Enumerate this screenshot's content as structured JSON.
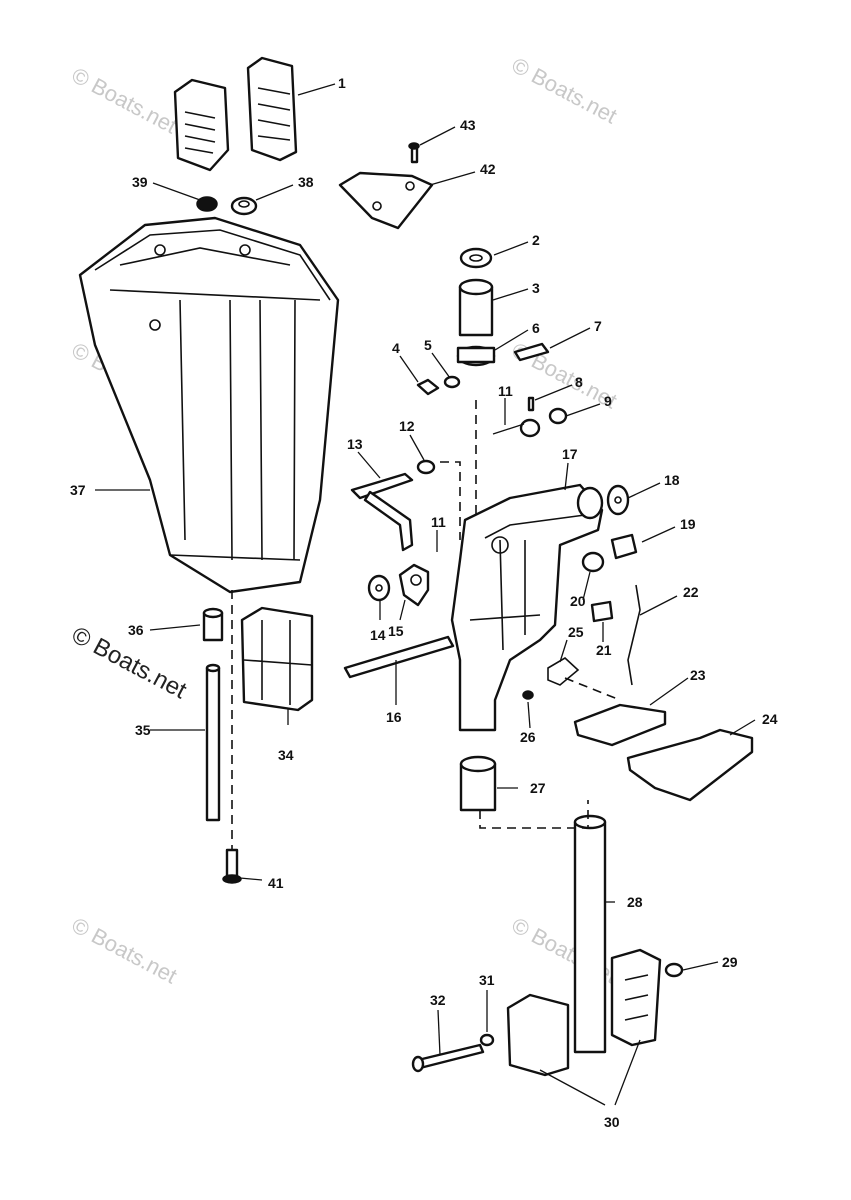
{
  "watermark": {
    "text": "© Boats.net",
    "text_dark": "© Boats.net"
  },
  "callouts": {
    "c1": "1",
    "c2": "2",
    "c3": "3",
    "c4": "4",
    "c5": "5",
    "c6": "6",
    "c7": "7",
    "c8": "8",
    "c9": "9",
    "c11a": "11",
    "c11b": "11",
    "c12": "12",
    "c13": "13",
    "c14": "14",
    "c15": "15",
    "c16": "16",
    "c17": "17",
    "c18": "18",
    "c19": "19",
    "c20": "20",
    "c21": "21",
    "c22": "22",
    "c23": "23",
    "c24": "24",
    "c25": "25",
    "c26": "26",
    "c27": "27",
    "c28": "28",
    "c29": "29",
    "c30": "30",
    "c31": "31",
    "c32": "32",
    "c34": "34",
    "c35": "35",
    "c36": "36",
    "c37": "37",
    "c38": "38",
    "c39": "39",
    "c41": "41",
    "c42": "42",
    "c43": "43"
  }
}
